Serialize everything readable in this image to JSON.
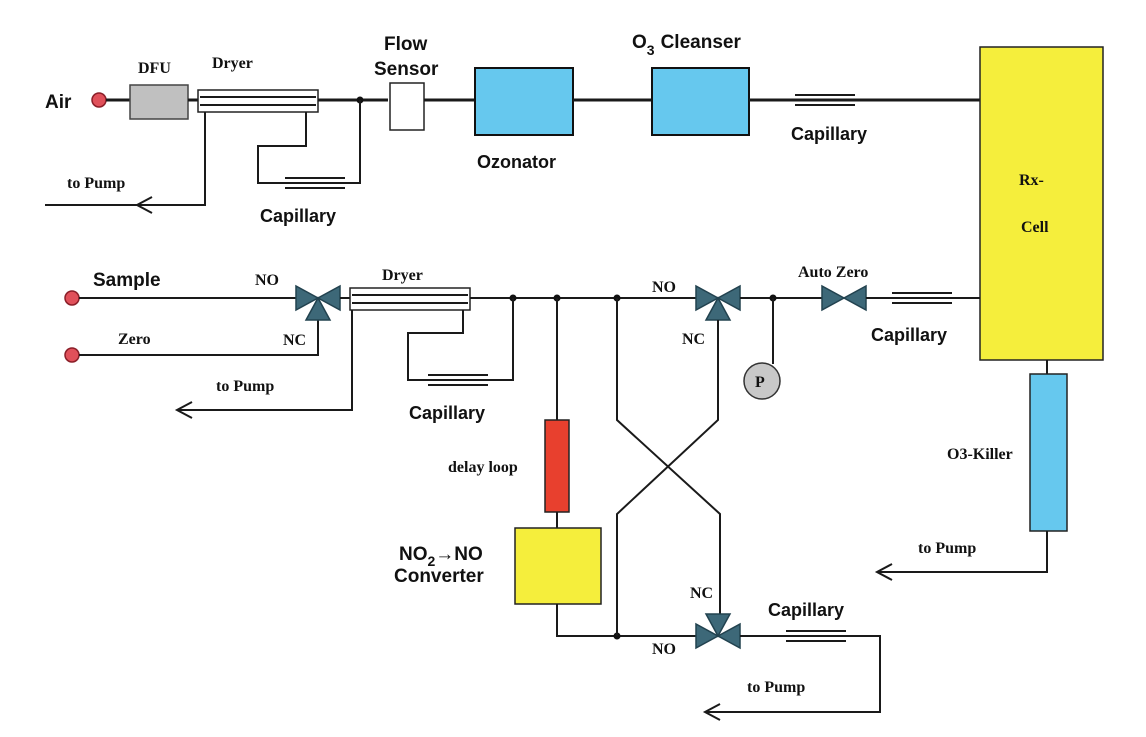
{
  "labels": {
    "air": "Air",
    "dfu": "DFU",
    "dryer_top": "Dryer",
    "flow_sensor_1": "Flow",
    "flow_sensor_2": "Sensor",
    "o3_cleanser_o": "O",
    "o3_cleanser_sub": "3",
    "o3_cleanser_rest": "Cleanser",
    "ozonator": "Ozonator",
    "capillary_top_mid": "Capillary",
    "capillary_top_right": "Capillary",
    "to_pump_top": "to Pump",
    "rx_cell_1": "Rx-",
    "rx_cell_2": "Cell",
    "sample": "Sample",
    "zero": "Zero",
    "no_valve1": "NO",
    "nc_valve1": "NC",
    "dryer_mid": "Dryer",
    "to_pump_mid": "to Pump",
    "capillary_mid": "Capillary",
    "no_valve2": "NO",
    "nc_valve2": "NC",
    "auto_zero": "Auto Zero",
    "capillary_right": "Capillary",
    "pressure": "P",
    "o3_killer": "O3-Killer",
    "to_pump_right": "to Pump",
    "delay_loop": "delay loop",
    "converter_no2": "NO",
    "converter_sub": "2",
    "converter_arrow": "→NO",
    "converter_word": "Converter",
    "nc_valve3": "NC",
    "no_valve3": "NO",
    "capillary_bottom": "Capillary",
    "to_pump_bottom": "to Pump"
  },
  "colors": {
    "dfu": "#c0c0c0",
    "ozonator": "#66c8ee",
    "o3_cleanser": "#66c8ee",
    "rx_cell": "#f5ee3c",
    "o3_killer": "#66c8ee",
    "delay_loop": "#e8402e",
    "converter": "#f5ee3c",
    "valve": "#3d6878",
    "port": "#e0505a",
    "pressure_gauge": "#c8c8c8"
  }
}
